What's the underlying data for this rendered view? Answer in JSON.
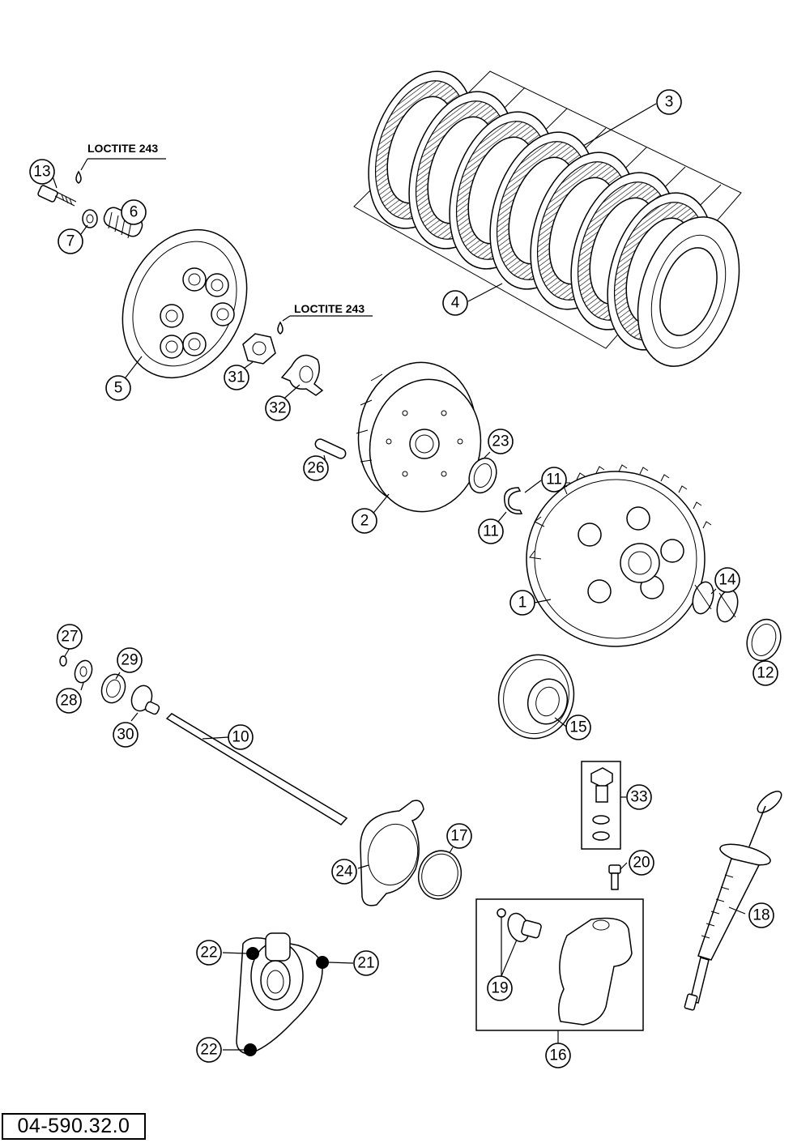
{
  "notes": {
    "loctite_top": "LOCTITE 243",
    "loctite_mid": "LOCTITE 243"
  },
  "reference_number": "04-590.32.0",
  "callouts": {
    "c1": "1",
    "c2": "2",
    "c3": "3",
    "c4": "4",
    "c5": "5",
    "c6": "6",
    "c7": "7",
    "c10": "10",
    "c11a": "11",
    "c11b": "11",
    "c12": "12",
    "c13": "13",
    "c14": "14",
    "c15": "15",
    "c16": "16",
    "c17": "17",
    "c18": "18",
    "c19": "19",
    "c20": "20",
    "c21": "21",
    "c22a": "22",
    "c22b": "22",
    "c23": "23",
    "c24": "24",
    "c26": "26",
    "c27": "27",
    "c28": "28",
    "c29": "29",
    "c30": "30",
    "c31": "31",
    "c32": "32",
    "c33": "33"
  }
}
